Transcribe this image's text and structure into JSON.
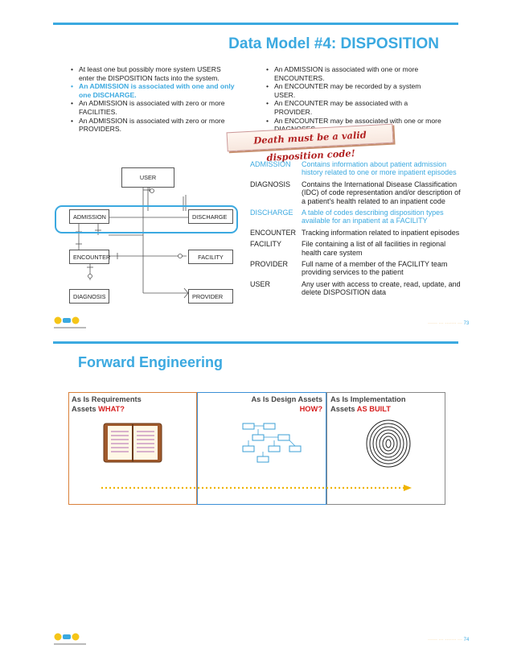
{
  "slide1": {
    "title": "Data Model #4:  DISPOSITION",
    "bullets_left": [
      {
        "text": "At least one but possibly more system USERS enter the DISPOSITION facts into the system.",
        "highlight": false
      },
      {
        "text": "An ADMISSION is associated with one and only one DISCHARGE.",
        "highlight": true
      },
      {
        "text": "An ADMISSION is associated with zero or more FACILITIES.",
        "highlight": false
      },
      {
        "text": "An ADMISSION is associated with zero or more PROVIDERS.",
        "highlight": false
      }
    ],
    "bullets_right": [
      {
        "text": "An ADMISSION is associated with one or more ENCOUNTERS.",
        "highlight": false
      },
      {
        "text": "An ENCOUNTER may be recorded by a system USER.",
        "highlight": false
      },
      {
        "text": "An ENCOUNTER may be associated with a PROVIDER.",
        "highlight": false
      },
      {
        "text": "An ENCOUNTER may be associated with one or more DIAGNOSES.",
        "highlight": false
      }
    ],
    "stamp": "Death must be a valid disposition code!",
    "entities": {
      "user": "USER",
      "admission": "ADMISSION",
      "discharge": "DISCHARGE",
      "encounter": "ENCOUNTER",
      "facility": "FACILITY",
      "diagnosis": "DIAGNOSIS",
      "provider": "PROVIDER"
    },
    "definitions": [
      {
        "term": "ADMISSION",
        "desc": "Contains information about patient admission history related to one or more inpatient episodes",
        "highlight": true
      },
      {
        "term": "DIAGNOSIS",
        "desc": "Contains the International Disease Classification (IDC) of code representation and/or description of a patient's health related to an inpatient code",
        "highlight": false
      },
      {
        "term": "DISCHARGE",
        "desc": "A table of codes describing disposition types available for an inpatient at a FACILITY",
        "highlight": true
      },
      {
        "term": "ENCOUNTER",
        "desc": "Tracking information related to inpatient episodes",
        "highlight": false
      },
      {
        "term": "FACILITY",
        "desc": "File containing a list of all facilities in regional health care system",
        "highlight": false
      },
      {
        "term": "PROVIDER",
        "desc": "Full name of a member of the FACILITY team providing services to the patient",
        "highlight": false
      },
      {
        "term": "USER",
        "desc": "Any user with access to create, read, update, and delete DISPOSITION data",
        "highlight": false
      }
    ],
    "page_number": "73"
  },
  "slide2": {
    "title": "Forward Engineering",
    "panel1_line1": "As Is Requirements",
    "panel1_line2": "Assets ",
    "panel1_accent": "WHAT?",
    "panel2_line1": "As Is Design Assets",
    "panel2_accent": "HOW?",
    "panel3_line1": "As Is Implementation",
    "panel3_line2": "Assets ",
    "panel3_accent": "AS BUILT",
    "page_number": "74"
  },
  "colors": {
    "accent_blue": "#3ba9e0",
    "accent_red": "#d62020",
    "panel1_border": "#d9803a",
    "panel2_border": "#3b8fd6",
    "panel3_border": "#888888",
    "dotted_arrow": "#f0b400"
  }
}
